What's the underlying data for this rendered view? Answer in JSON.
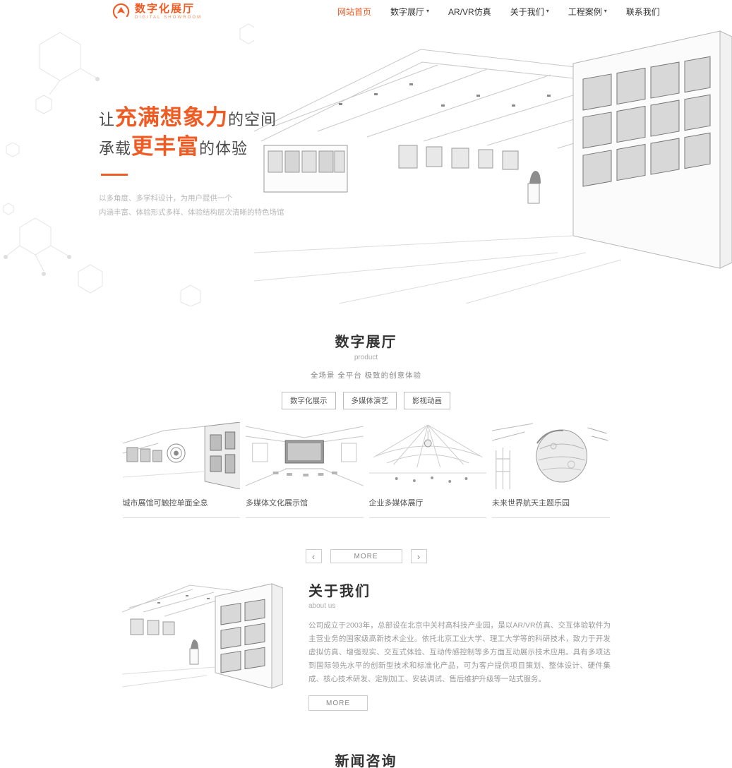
{
  "colors": {
    "accent": "#f05a23"
  },
  "icons": {
    "caret": "▾",
    "prev": "‹",
    "next": "›"
  },
  "header": {
    "logo": {
      "title": "数字化展厅",
      "subtitle": "DIGITAL SHOWROOM"
    },
    "nav": [
      {
        "label": "网站首页"
      },
      {
        "label": "数字展厅"
      },
      {
        "label": "AR/VR仿真"
      },
      {
        "label": "关于我们"
      },
      {
        "label": "工程案例"
      },
      {
        "label": "联系我们"
      }
    ]
  },
  "hero": {
    "line1": {
      "pre": "让",
      "em": "充满想象力",
      "post": "的空间"
    },
    "line2": {
      "pre": "承载",
      "em": "更丰富",
      "post": "的体验"
    },
    "desc_line1": "以多角度、多学科设计，为用户提供一个",
    "desc_line2": "内涵丰富、体验形式多样、体验结构层次清晰的特色场馆"
  },
  "digital_hall": {
    "title": "数字展厅",
    "subtitle": "product",
    "tagline": "全场景 全平台 极致的创意体验",
    "filters": [
      {
        "label": "数字化展示"
      },
      {
        "label": "多媒体演艺"
      },
      {
        "label": "影视动画"
      }
    ],
    "cards": [
      {
        "caption": "城市展馆可触控单面全息"
      },
      {
        "caption": "多媒体文化展示馆"
      },
      {
        "caption": "企业多媒体展厅"
      },
      {
        "caption": "未来世界航天主题乐园"
      }
    ],
    "more_label": "MORE"
  },
  "about": {
    "title": "关于我们",
    "subtitle": "about us",
    "body": "公司成立于2003年，总部设在北京中关村高科技产业园，是以AR/VR仿真、交互体验软件为主营业务的国家级高新技术企业。依托北京工业大学、理工大学等的科研技术，致力于开发虚拟仿真、增强现实、交互式体验、互动传感控制等多方面互动展示技术应用。具有多项达到国际领先水平的创新型技术和标准化产品，可为客户提供项目策划、整体设计、硬件集成、核心技术研发、定制加工、安装调试、售后维护升级等一站式服务。",
    "more_label": "MORE"
  },
  "news": {
    "title": "新闻咨询"
  }
}
